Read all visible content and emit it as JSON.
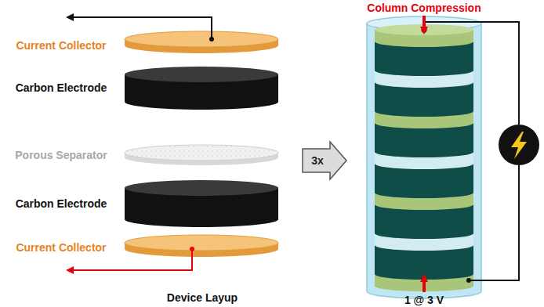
{
  "diagram": {
    "nodes": [
      {
        "text": [
          "3x"
        ]
      }
    ],
    "labels": [
      "Current Collector",
      "Carbon Electrode",
      "Porous Separator",
      "Carbon Electrode",
      "Current Collector",
      "Device Layup",
      "Column Compression",
      "1 @ 3 V"
    ]
  }
}
